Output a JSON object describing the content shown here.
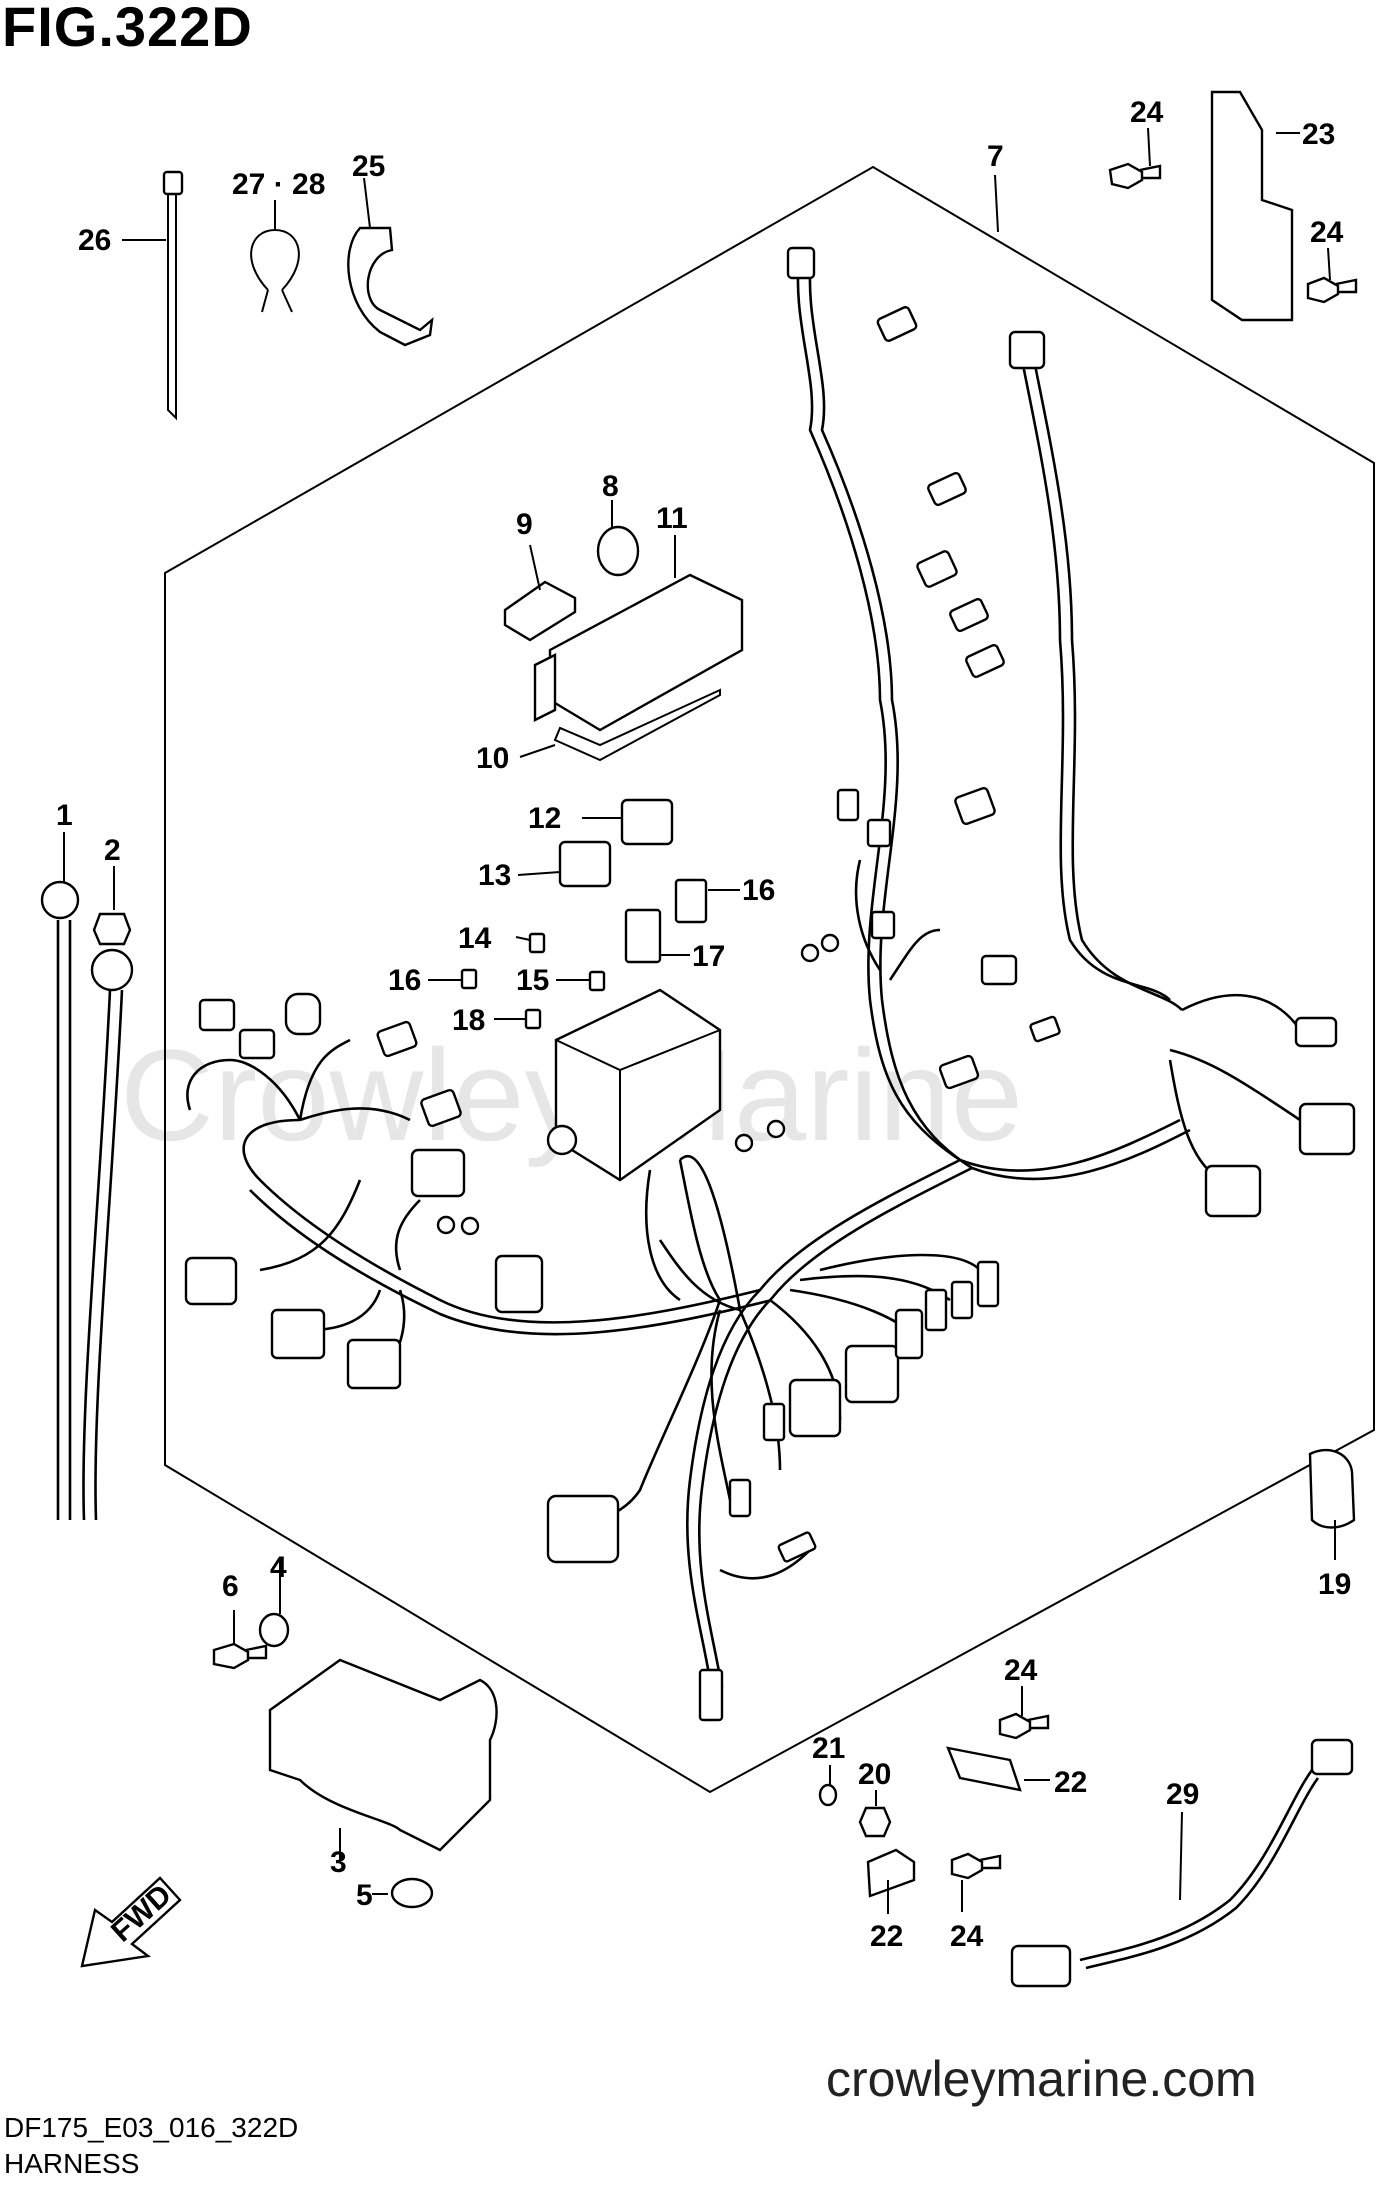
{
  "figure": {
    "title": "FIG.322D",
    "code": "DF175_E03_016_322D",
    "name": "HARNESS"
  },
  "watermark": "Crowley Marine",
  "website": "crowleymarine.com",
  "fwd_label": "FWD",
  "callouts": [
    {
      "id": "c1",
      "text": "1"
    },
    {
      "id": "c2",
      "text": "2"
    },
    {
      "id": "c3",
      "text": "3"
    },
    {
      "id": "c4",
      "text": "4"
    },
    {
      "id": "c5",
      "text": "5"
    },
    {
      "id": "c6",
      "text": "6"
    },
    {
      "id": "c7",
      "text": "7"
    },
    {
      "id": "c8",
      "text": "8"
    },
    {
      "id": "c9",
      "text": "9"
    },
    {
      "id": "c10",
      "text": "10"
    },
    {
      "id": "c11",
      "text": "11"
    },
    {
      "id": "c12",
      "text": "12"
    },
    {
      "id": "c13",
      "text": "13"
    },
    {
      "id": "c14",
      "text": "14"
    },
    {
      "id": "c15",
      "text": "15"
    },
    {
      "id": "c16a",
      "text": "16"
    },
    {
      "id": "c16b",
      "text": "16"
    },
    {
      "id": "c17",
      "text": "17"
    },
    {
      "id": "c18",
      "text": "18"
    },
    {
      "id": "c19",
      "text": "19"
    },
    {
      "id": "c20",
      "text": "20"
    },
    {
      "id": "c21",
      "text": "21"
    },
    {
      "id": "c22a",
      "text": "22"
    },
    {
      "id": "c22b",
      "text": "22"
    },
    {
      "id": "c23",
      "text": "23"
    },
    {
      "id": "c24a",
      "text": "24"
    },
    {
      "id": "c24b",
      "text": "24"
    },
    {
      "id": "c24c",
      "text": "24"
    },
    {
      "id": "c24d",
      "text": "24"
    },
    {
      "id": "c25",
      "text": "25"
    },
    {
      "id": "c26",
      "text": "26"
    },
    {
      "id": "c2728",
      "text": "27 · 28"
    },
    {
      "id": "c29",
      "text": "29"
    }
  ]
}
